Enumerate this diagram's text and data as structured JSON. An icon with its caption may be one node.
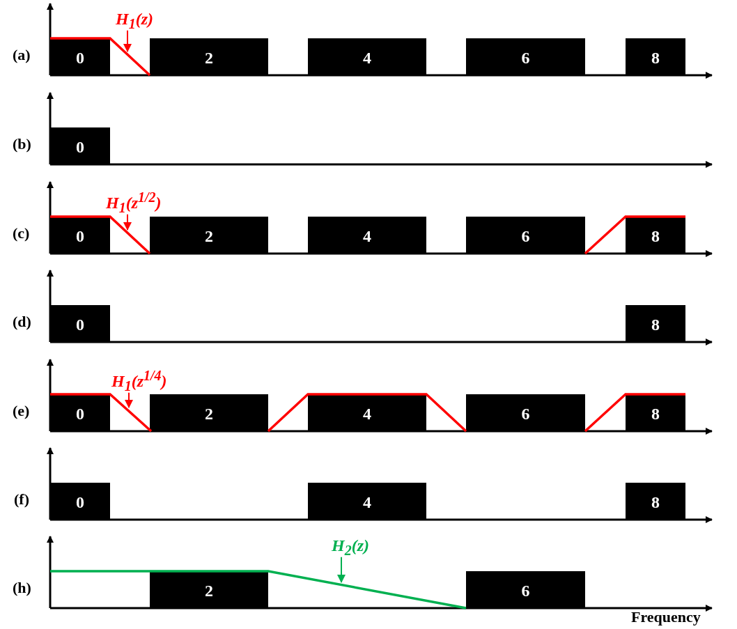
{
  "diagram": {
    "nodes": [
      {
        "text": [
          "H$_{1}$(z)"
        ]
      },
      {
        "text": [
          "0"
        ]
      },
      {
        "text": [
          "2"
        ]
      },
      {
        "text": [
          "4"
        ]
      },
      {
        "text": [
          "6"
        ]
      },
      {
        "text": [
          "8"
        ]
      },
      {
        "text": [
          "0"
        ]
      },
      {
        "text": [
          "H$_{1}$(z$^{1/2}$)"
        ]
      },
      {
        "text": [
          "0"
        ]
      },
      {
        "text": [
          "2"
        ]
      },
      {
        "text": [
          "4"
        ]
      },
      {
        "text": [
          "6"
        ]
      },
      {
        "text": [
          "8"
        ]
      },
      {
        "text": [
          "0"
        ]
      },
      {
        "text": [
          "8"
        ]
      },
      {
        "text": [
          "H$_{1}$(z$^{1/4}$)"
        ]
      },
      {
        "text": [
          "0"
        ]
      },
      {
        "text": [
          "2"
        ]
      },
      {
        "text": [
          "4"
        ]
      },
      {
        "text": [
          "6"
        ]
      },
      {
        "text": [
          "8"
        ]
      },
      {
        "text": [
          "0"
        ]
      },
      {
        "text": [
          "4"
        ]
      },
      {
        "text": [
          "8"
        ]
      },
      {
        "text": [
          "H$_{2}$(z)"
        ]
      },
      {
        "text": [
          "2"
        ]
      },
      {
        "text": [
          "6"
        ]
      }
    ],
    "edges": [
      {
        "from": 0,
        "to": null,
        "arrow": "to"
      },
      {
        "from": 7,
        "to": null,
        "arrow": "to"
      },
      {
        "from": 15,
        "to": null,
        "arrow": "to"
      },
      {
        "from": 24,
        "to": null,
        "arrow": "to",
        "color": "#00b050"
      }
    ],
    "labels": [
      "(a)",
      "(b)",
      "(c)",
      "(d)",
      "(e)",
      "(f)",
      "(h)",
      "Frequency"
    ]
  }
}
